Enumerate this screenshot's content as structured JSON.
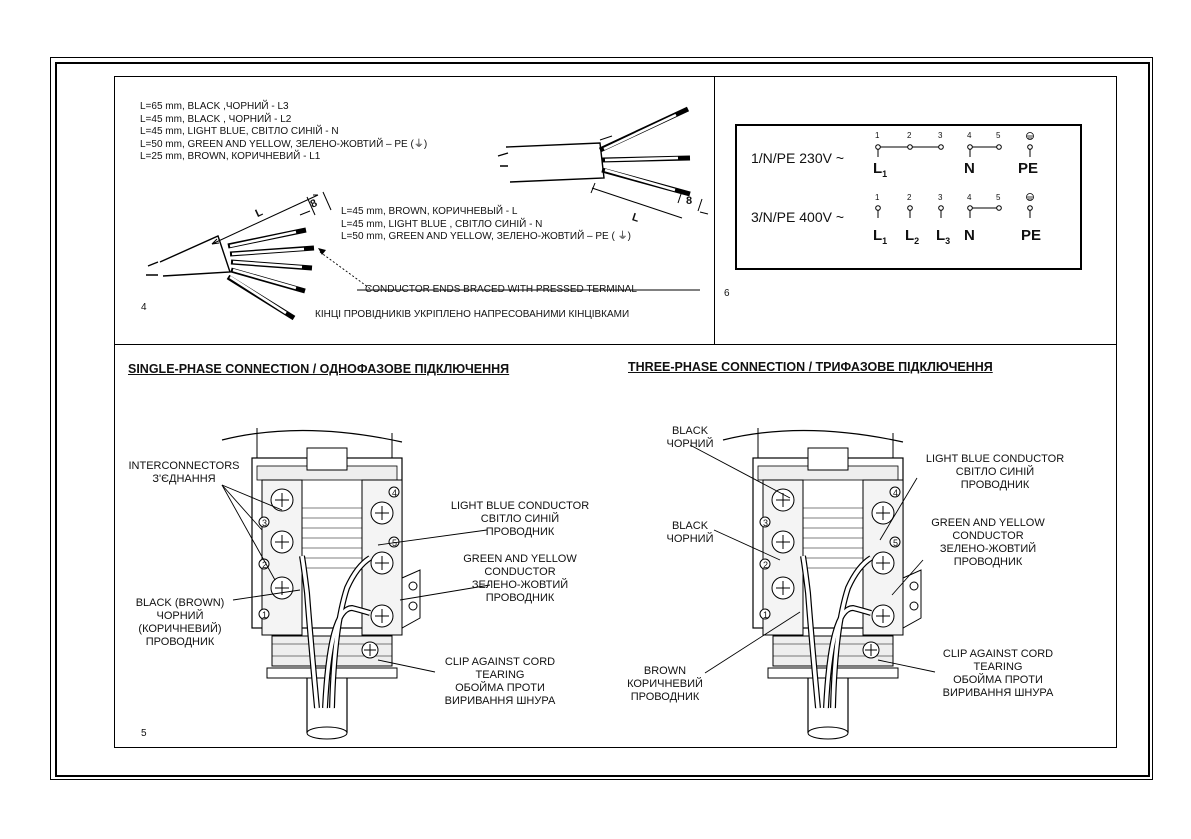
{
  "figure4": {
    "number": "4",
    "wire_specs_top": [
      "L=65 mm, BLACK ,ЧОРНИЙ -  L3",
      "L=45 mm, BLACK , ЧОРНИЙ - L2",
      "L=45 mm, LIGHT BLUE, СВІТЛО СИНІЙ - N",
      "L=50 mm, GREEN AND YELLOW, ЗЕЛЕНО-ЖОВТИЙ – PE (⏚)",
      "L=25 mm, BROWN,  КОРИЧНЕВИЙ - L1"
    ],
    "wire_specs_mid": [
      "L=45 mm, BROWN, КОРИЧНЕВЫЙ  - L",
      "L=45 mm, LIGHT BLUE , СВІТЛО СИНІЙ - N",
      "L=50 mm, GREEN AND YELLOW, ЗЕЛЕНО-ЖОВТИЙ – PE ( ⏚)"
    ],
    "dim_L": "L",
    "dim_8": "8",
    "conductor_ends_en": "CONDUCTOR ENDS BRACED WITH PRESSED TERMINAL",
    "conductor_ends_ua": "КІНЦІ ПРОВІДНИКІВ УКРІПЛЕНО НАПРЕСОВАНИМИ КІНЦІВКАМИ"
  },
  "figure6": {
    "number": "6",
    "row1_label": "1/N/PE  230V ~",
    "row2_label": "3/N/PE  400V ~",
    "terminals": [
      "1",
      "2",
      "3",
      "4",
      "5"
    ],
    "row1_L": "L",
    "row1_L_sub": "1",
    "row2_L": "L",
    "row2_subs": [
      "1",
      "2",
      "3"
    ],
    "N": "N",
    "PE": "PE"
  },
  "figure5": {
    "number": "5",
    "single_title": "SINGLE-PHASE CONNECTION / ОДНОФАЗОВЕ ПІДКЛЮЧЕННЯ",
    "three_title": "THREE-PHASE CONNECTION / ТРИФАЗОВЕ ПІДКЛЮЧЕННЯ",
    "interconnectors": [
      "INTERCONNECTORS",
      "З'ЄДНАННЯ"
    ],
    "light_blue": [
      "LIGHT BLUE CONDUCTOR",
      "СВІТЛО СИНІЙ",
      "ПРОВОДНИК"
    ],
    "green_yellow": [
      "GREEN AND YELLOW",
      "CONDUCTOR",
      "ЗЕЛЕНО-ЖОВТИЙ",
      "ПРОВОДНИК"
    ],
    "black_brown": [
      "BLACK (BROWN)",
      "ЧОРНИЙ",
      "(КОРИЧНЕВИЙ)",
      "ПРОВОДНИК"
    ],
    "clip": [
      "CLIP AGAINST CORD",
      "TEARING",
      "ОБОЙМА ПРОТИ",
      "ВИРИВАННЯ ШНУРА"
    ],
    "black": [
      "BLACK",
      "ЧОРНИЙ"
    ],
    "brown": [
      "BROWN",
      "КОРИЧНЕВИЙ",
      "ПРОВОДНИК"
    ],
    "terminal_nums": [
      "1",
      "2",
      "3",
      "4",
      "5"
    ]
  }
}
